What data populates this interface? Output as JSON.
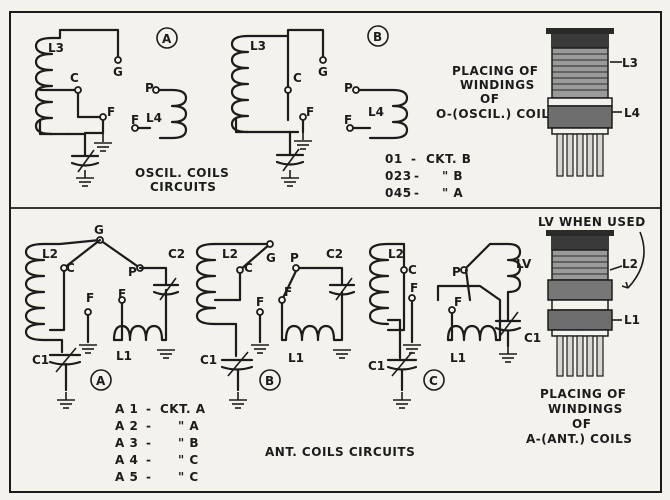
{
  "colors": {
    "ink": "#1c1c1c",
    "paper": "#f4f2ec",
    "coil_band": "#7a7a7a"
  },
  "osc": {
    "circuit_a_tag": "A",
    "circuit_b_tag": "B",
    "l3": "L3",
    "c": "C",
    "g": "G",
    "f": "F",
    "p": "P",
    "l4": "L4",
    "caption_line1": "OSCIL. COILS",
    "caption_line2": "CIRCUITS",
    "table": [
      {
        "coil": "01",
        "sep": "-",
        "ckt": "CKT. B"
      },
      {
        "coil": "023",
        "sep": "-",
        "ckt": "\"    B"
      },
      {
        "coil": "045",
        "sep": "-",
        "ckt": "\"    A"
      }
    ],
    "placing_line1": "PLACING OF",
    "placing_line2": "WINDINGS",
    "placing_line3": "OF",
    "placing_line4": "O-(OSCIL.) COILS",
    "coil_label_top": "L3",
    "coil_label_bottom": "L4"
  },
  "ant": {
    "circuit_a_tag": "A",
    "circuit_b_tag": "B",
    "circuit_c_tag": "C",
    "l2": "L2",
    "l1": "L1",
    "c1": "C1",
    "c2": "C2",
    "c": "C",
    "g": "G",
    "p": "P",
    "f": "F",
    "lv": "LV",
    "table": [
      {
        "coil": "A 1",
        "sep": "-",
        "ckt": "CKT. A"
      },
      {
        "coil": "A 2",
        "sep": "-",
        "ckt": "\"    A"
      },
      {
        "coil": "A 3",
        "sep": "-",
        "ckt": "\"    B"
      },
      {
        "coil": "A 4",
        "sep": "-",
        "ckt": "\"    C"
      },
      {
        "coil": "A 5",
        "sep": "-",
        "ckt": "\"    C"
      }
    ],
    "caption": "ANT. COILS CIRCUITS",
    "lv_when_used": "LV WHEN USED",
    "coil_label_l2": "L2",
    "coil_label_l1": "L1",
    "placing_line1": "PLACING OF",
    "placing_line2": "WINDINGS",
    "placing_line3": "OF",
    "placing_line4": "A-(ANT.) COILS"
  }
}
